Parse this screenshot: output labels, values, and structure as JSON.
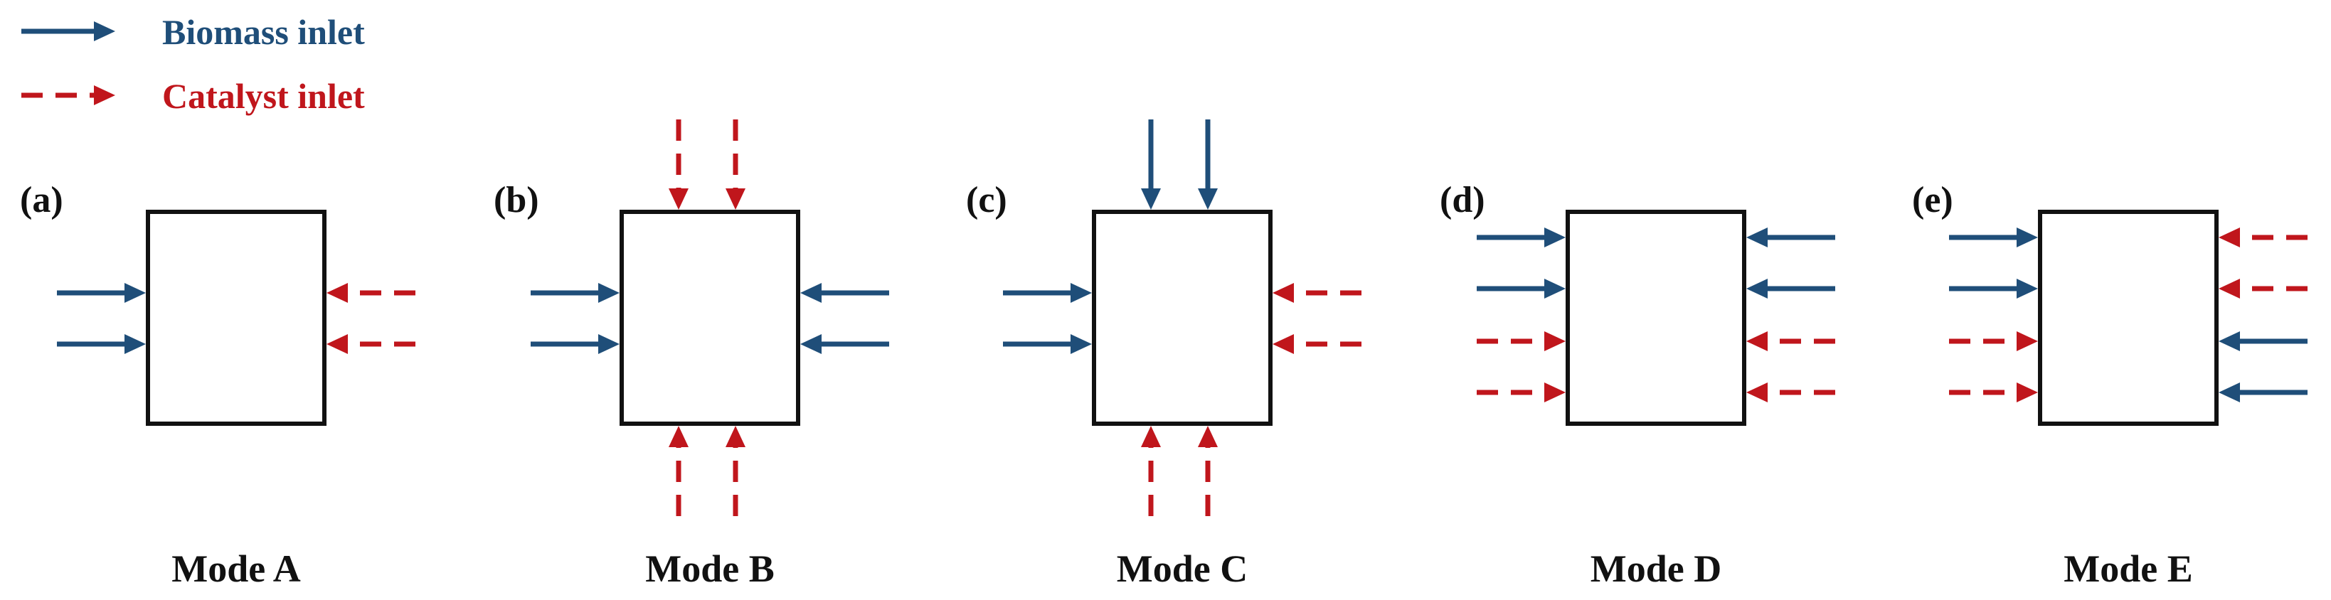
{
  "colors": {
    "biomass": "#1f4e79",
    "catalyst": "#c0161c",
    "box": "#111111"
  },
  "legend": {
    "biomass_label": "Biomass inlet",
    "catalyst_label": "Catalyst inlet"
  },
  "panels": [
    {
      "tag": "(a)",
      "mode": "Mode A",
      "inlets": [
        {
          "side": "left",
          "stream": "biomass"
        },
        {
          "side": "left",
          "stream": "biomass"
        },
        {
          "side": "right",
          "stream": "catalyst"
        },
        {
          "side": "right",
          "stream": "catalyst"
        }
      ]
    },
    {
      "tag": "(b)",
      "mode": "Mode B",
      "inlets": [
        {
          "side": "left",
          "stream": "biomass"
        },
        {
          "side": "left",
          "stream": "biomass"
        },
        {
          "side": "right",
          "stream": "biomass"
        },
        {
          "side": "right",
          "stream": "biomass"
        },
        {
          "side": "top",
          "stream": "catalyst"
        },
        {
          "side": "top",
          "stream": "catalyst"
        },
        {
          "side": "bottom",
          "stream": "catalyst"
        },
        {
          "side": "bottom",
          "stream": "catalyst"
        }
      ]
    },
    {
      "tag": "(c)",
      "mode": "Mode C",
      "inlets": [
        {
          "side": "left",
          "stream": "biomass"
        },
        {
          "side": "left",
          "stream": "biomass"
        },
        {
          "side": "top",
          "stream": "biomass"
        },
        {
          "side": "top",
          "stream": "biomass"
        },
        {
          "side": "right",
          "stream": "catalyst"
        },
        {
          "side": "right",
          "stream": "catalyst"
        },
        {
          "side": "bottom",
          "stream": "catalyst"
        },
        {
          "side": "bottom",
          "stream": "catalyst"
        }
      ]
    },
    {
      "tag": "(d)",
      "mode": "Mode D",
      "inlets": [
        {
          "side": "left",
          "stream": "biomass"
        },
        {
          "side": "left",
          "stream": "biomass"
        },
        {
          "side": "left",
          "stream": "catalyst"
        },
        {
          "side": "left",
          "stream": "catalyst"
        },
        {
          "side": "right",
          "stream": "biomass"
        },
        {
          "side": "right",
          "stream": "biomass"
        },
        {
          "side": "right",
          "stream": "catalyst"
        },
        {
          "side": "right",
          "stream": "catalyst"
        }
      ]
    },
    {
      "tag": "(e)",
      "mode": "Mode E",
      "inlets": [
        {
          "side": "left",
          "stream": "biomass"
        },
        {
          "side": "left",
          "stream": "biomass"
        },
        {
          "side": "left",
          "stream": "catalyst"
        },
        {
          "side": "left",
          "stream": "catalyst"
        },
        {
          "side": "right",
          "stream": "catalyst"
        },
        {
          "side": "right",
          "stream": "catalyst"
        },
        {
          "side": "right",
          "stream": "biomass"
        },
        {
          "side": "right",
          "stream": "biomass"
        }
      ]
    }
  ]
}
